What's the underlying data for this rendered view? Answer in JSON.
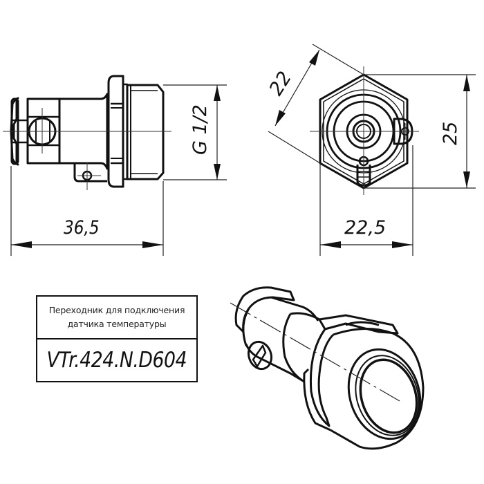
{
  "drawing": {
    "title_block": {
      "description_line1": "Переходник для подключения",
      "description_line2": "датчика температуры",
      "part_code": "VTr.424.N.D604"
    },
    "side_view": {
      "thread_label": "G 1/2",
      "length_dimension": "36,5"
    },
    "end_view": {
      "hex_across_flats": "22",
      "hex_across_corners": "25",
      "width_dimension": "22,5"
    },
    "isometric_view": {
      "label": ""
    },
    "colors": {
      "line": "#111111",
      "background": "#ffffff"
    }
  }
}
